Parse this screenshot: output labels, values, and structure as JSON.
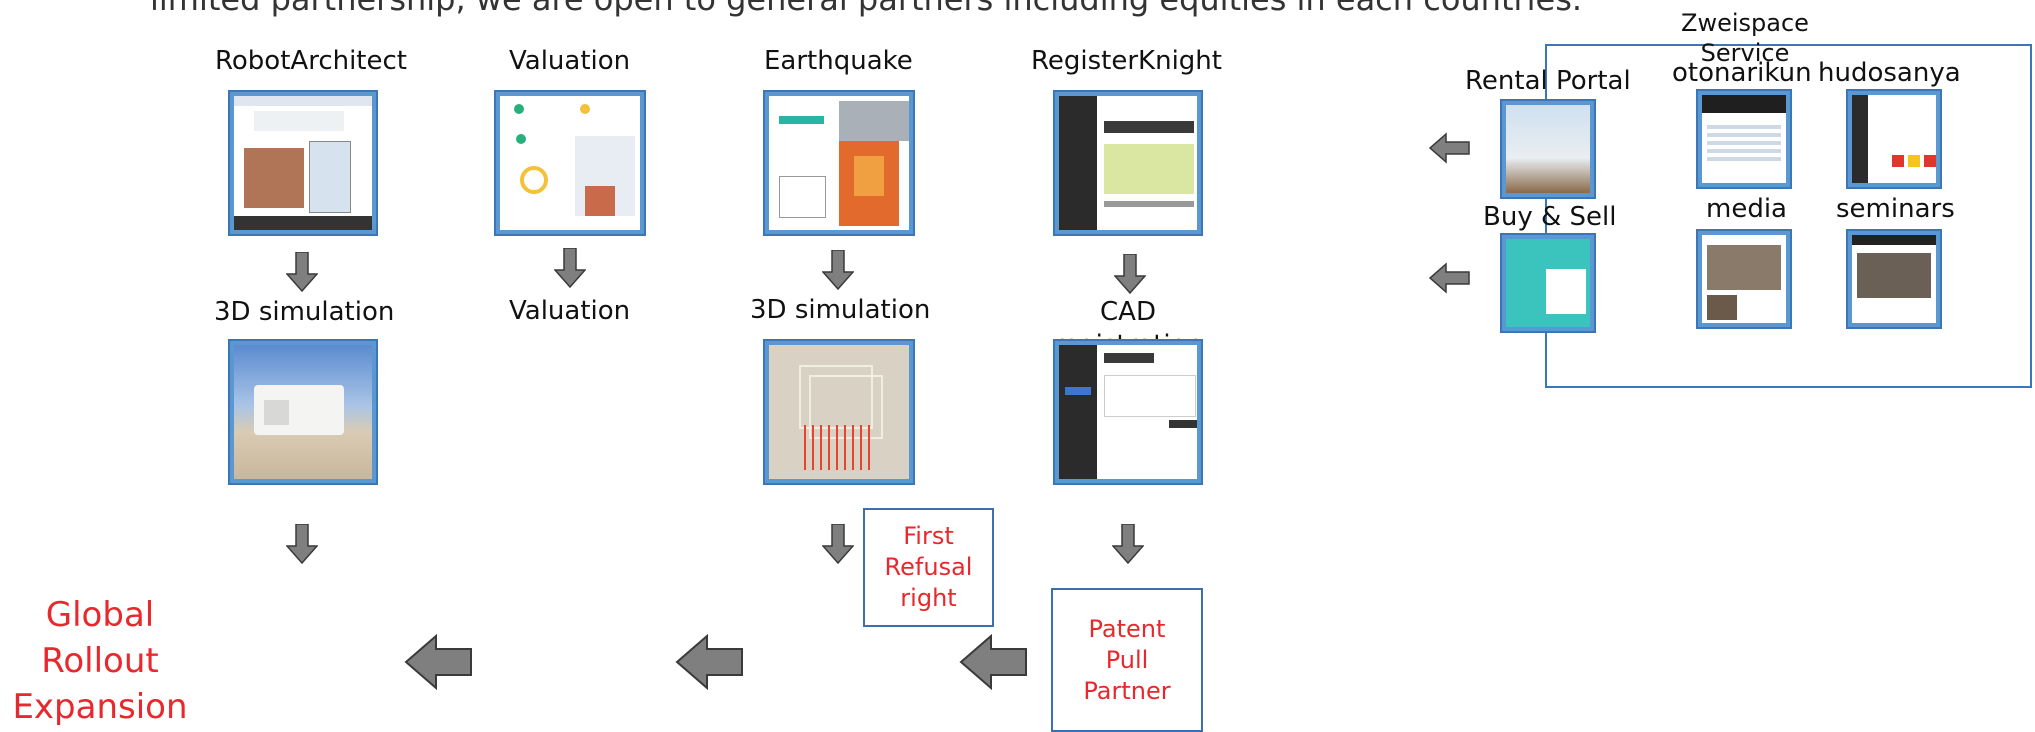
{
  "header": {
    "clipped_text": "limited partnership, we are open to general partners including equities in each countries."
  },
  "columns": {
    "robot": {
      "title": "RobotArchitect",
      "output": "3D simulation"
    },
    "valuation": {
      "title": "Valuation",
      "output": "Valuation"
    },
    "earthquake": {
      "title": "Earthquake",
      "output": "3D simulation"
    },
    "register": {
      "title": "RegisterKnight",
      "output": "CAD\nregistration"
    }
  },
  "boxes": {
    "first_refusal": "First\nRefusal\nright",
    "patent_pull": "Patent\nPull\nPartner"
  },
  "global_rollout": "Global\nRollout\nExpansion",
  "zweispace": {
    "title": "Zweispace\nService",
    "rental_portal": "Rental Portal",
    "buy_sell": "Buy & Sell",
    "otonarikun": "otonarikun",
    "hudosanya": "hudosanya",
    "media": "media",
    "seminars": "seminars"
  },
  "colors": {
    "accent_blue": "#3b76b8",
    "text_red": "#e8282d",
    "arrow_gray": "#7f7f7f"
  }
}
